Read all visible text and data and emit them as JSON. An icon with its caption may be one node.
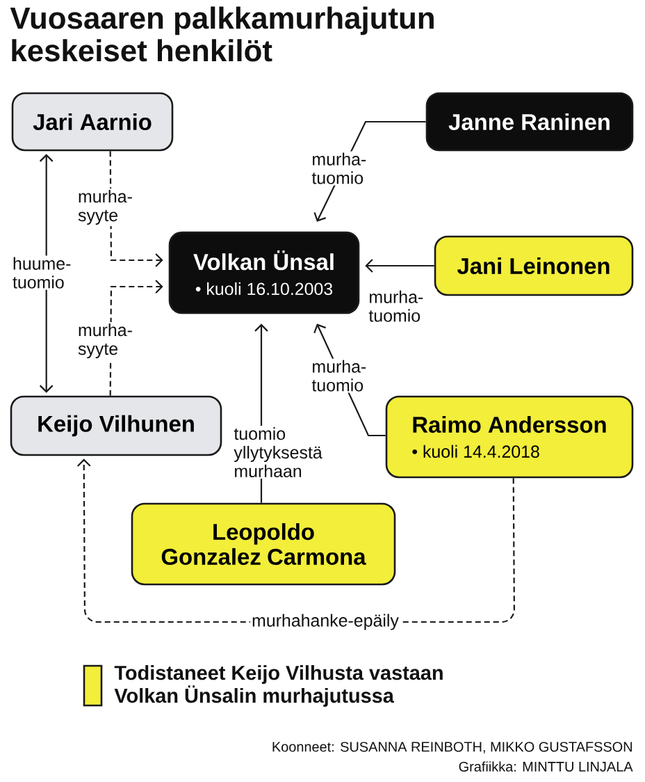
{
  "diagram": {
    "title": "Vuosaaren palkkamurhajutun keskeiset henkilöt",
    "nodes": [
      {
        "text": [
          "Jari Aarnio"
        ]
      },
      {
        "text": [
          "Janne Raninen"
        ]
      },
      {
        "text": [
          "Volkan Ünsal",
          "• kuoli 16.10.2003"
        ]
      },
      {
        "text": [
          "Jani Leinonen"
        ]
      },
      {
        "text": [
          "Keijo Vilhunen"
        ]
      },
      {
        "text": [
          "Raimo Andersson",
          "• kuoli 14.4.2018"
        ]
      },
      {
        "text": [
          "Leopoldo Gonzalez Carmona"
        ]
      }
    ],
    "edges": [
      {
        "from": 1,
        "to": 2,
        "arrow": "to",
        "label": "murha- tuomio"
      },
      {
        "from": 0,
        "to": 4,
        "arrow": "both",
        "label": "huume- tuomio"
      },
      {
        "from": 0,
        "to": 2,
        "arrow": "to",
        "label": "murha- syyte",
        "style": "dashed"
      },
      {
        "from": 4,
        "to": 2,
        "arrow": "to",
        "label": "murha- syyte",
        "style": "dashed"
      },
      {
        "from": 3,
        "to": 2,
        "arrow": "to",
        "label": "murha- tuomio"
      },
      {
        "from": 5,
        "to": 2,
        "arrow": "to",
        "label": "murha- tuomio"
      },
      {
        "from": 6,
        "to": 2,
        "arrow": "to",
        "label": "tuomio yllytyksestä murhaan"
      },
      {
        "from": 5,
        "to": 4,
        "arrow": "to",
        "label": "murhahanke-epäily",
        "style": "dashed"
      }
    ],
    "labels": [
      "Koonneet: SUSANNA REINBOTH, MIKKO GUSTAFSSON",
      "Grafiikka: MINTTU LINJALA"
    ],
    "legend": [
      {
        "text": "Todistaneet Keijo Vilhusta vastaan Volkan Ünsalin murhajutussa",
        "color": "#f2ee3a"
      }
    ]
  }
}
